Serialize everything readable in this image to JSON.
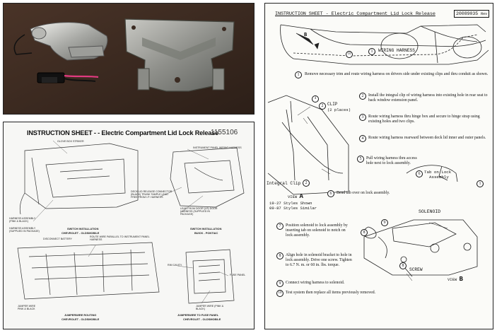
{
  "left_sheet": {
    "title": "INSTRUCTION SHEET - - Electric Compartment Lid Lock Release",
    "part_number": "1155106",
    "callouts": {
      "glove_box_striker": "GLOVE BOX STRIKER",
      "instrument_panel_harness": "INSTRUMENT PANEL WIRING HARNESS",
      "deck_lid_connector": "DECK LID RELEASE CONNECTOR (BLACK) TRUNK TAMPLE LEAD FREE FROM I.P. HARNESS",
      "harness_assembly": "HARNESS ASSEMBLY (PINK & BLACK)",
      "harness_supplied": "HARNESS ASSEMBLY (SUPPLIED IN PACKAGE)",
      "lead_from_door": "LEAD FROM DOOR (LR) DOOR HARNESS (SUPPLIED IN PACKAGE)",
      "disconnect_battery": "DISCONNECT BATTERY",
      "route_wire": "ROUTE WIRE PARALLEL TO INSTRUMENT PANEL HARNESS",
      "jumper_wire_left": "JUMPER WIRE PINK & BLACK",
      "rim_cavity": "RIM CAVITY",
      "fuse_panel": "FUSE PANEL",
      "jumper_wire_right": "JUMPER WIRE (PINK & BLACK)"
    },
    "headings": {
      "switch_install_left": "SWITCH INSTALLATION",
      "switch_install_left_sub": "CHEVROLET - OLDSMOBILE",
      "switch_install_right": "SWITCH INSTALLATION",
      "switch_install_right_sub": "BUICK - PONTIAC",
      "jumper_routing": "JUMPERWIRE ROUTING",
      "jumper_routing_sub": "CHEVROLET - OLDSMOBILE",
      "jumper_fuse": "JUMPERWIRE TO FUSE PANEL",
      "jumper_fuse_sub": "CHEVROLET - OLDSMOBILE"
    }
  },
  "right_sheet": {
    "title": "INSTRUCTION SHEET - Electric Compartment Lid Lock Release",
    "part_number": "20089035",
    "part_suffix": "Rev",
    "view_b_marker": "B",
    "label_10": "10",
    "label_1": "1",
    "wiring_harness": "WIRING HARNESS",
    "clip": "CLIP",
    "clip_places": "(2 places)",
    "integral_clip": "Integral Clip",
    "view_a": "VIEW",
    "view_a_letter": "A",
    "styles_shown": "19-27 Styles Shown",
    "styles_similar": "09-87 Styles Similar",
    "tab_on_lock": "Tab on Lock",
    "assembly": "Assembly",
    "solenoid": "SOLENOID",
    "screw": "SCREW",
    "view_b": "VIEW",
    "view_b_letter": "B",
    "steps": [
      {
        "n": "1",
        "text": "Remove necessary trim and route wiring harness on drivers side under existing clips and thru conduit as shown."
      },
      {
        "n": "2",
        "text": "Install the integral clip of wiring harness into existing hole in rear seat to back window extension panel."
      },
      {
        "n": "3",
        "text": "Route wiring harness thru hinge box and secure to hinge strap using existing holes and two clips."
      },
      {
        "n": "4",
        "text": "Route wiring harness rearward between deck lid inner and outer panels."
      },
      {
        "n": "5",
        "text": "Pull wiring harness thru access hole next to lock assembly."
      },
      {
        "n": "6",
        "text": "Bend tab over on lock assembly."
      },
      {
        "n": "7",
        "text": "Position solenoid to lock assembly by inserting tab on solenoid to notch on lock assembly."
      },
      {
        "n": "8",
        "text": "Align hole in solenoid bracket to hole in lock assembly. Drive one screw. Tighten to 6.7 N. m. or 60 in. lbs. torque."
      },
      {
        "n": "9",
        "text": "Connect wiring harness to solenoid."
      },
      {
        "n": "10",
        "text": "Test system then replace all items previously removed."
      }
    ]
  }
}
